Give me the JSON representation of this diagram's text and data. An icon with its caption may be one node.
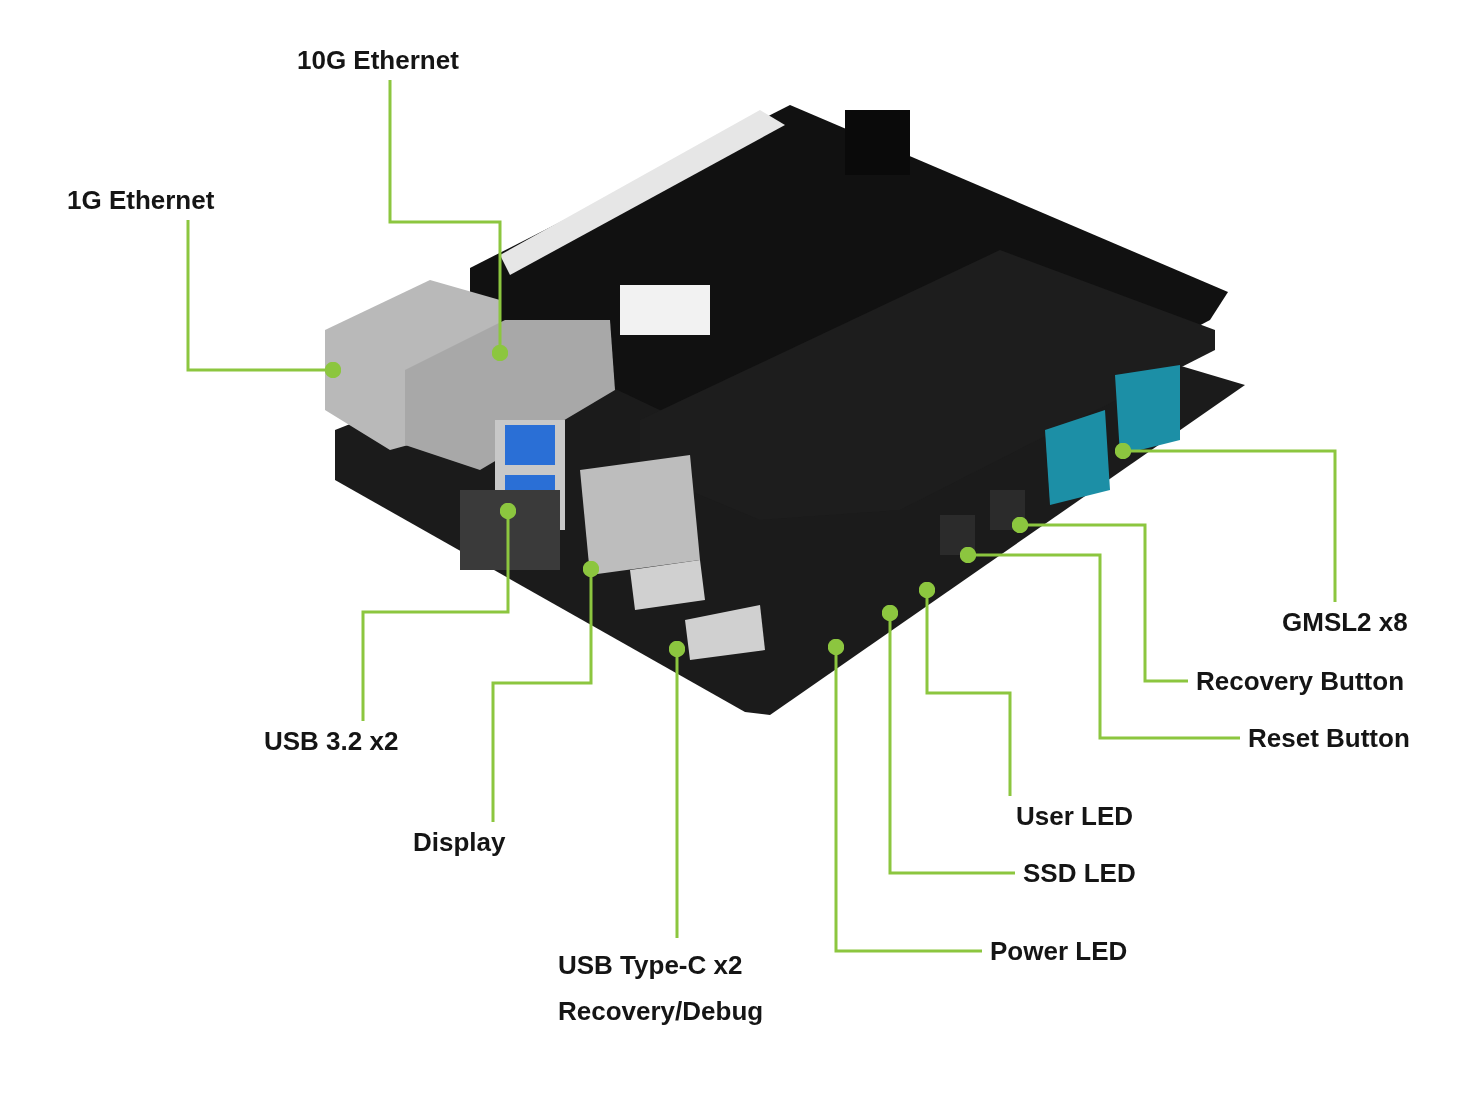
{
  "diagram": {
    "nodes": [
      {
        "text": [
          "10G Ethernet"
        ]
      },
      {
        "text": [
          "1G Ethernet"
        ]
      },
      {
        "text": [
          "GMSL2 x8"
        ]
      },
      {
        "text": [
          "Recovery Button"
        ]
      },
      {
        "text": [
          "Reset Button"
        ]
      },
      {
        "text": [
          "USB 3.2 x2"
        ]
      },
      {
        "text": [
          "User LED"
        ]
      },
      {
        "text": [
          "Display"
        ]
      },
      {
        "text": [
          "SSD LED"
        ]
      },
      {
        "text": [
          "Power LED"
        ]
      },
      {
        "text": [
          "USB Type-C x2 Recovery/Debug"
        ]
      }
    ],
    "edges": [
      {
        "from": 0,
        "to": null,
        "arrow": "other"
      },
      {
        "from": 1,
        "to": null,
        "arrow": "other"
      },
      {
        "from": 2,
        "to": null,
        "arrow": "other"
      },
      {
        "from": 3,
        "to": null,
        "arrow": "other"
      },
      {
        "from": 4,
        "to": null,
        "arrow": "other"
      },
      {
        "from": 5,
        "to": null,
        "arrow": "other"
      },
      {
        "from": 6,
        "to": null,
        "arrow": "other"
      },
      {
        "from": 7,
        "to": null,
        "arrow": "other"
      },
      {
        "from": 8,
        "to": null,
        "arrow": "other"
      },
      {
        "from": 9,
        "to": null,
        "arrow": "other"
      },
      {
        "from": 10,
        "to": null,
        "arrow": "other"
      }
    ]
  }
}
